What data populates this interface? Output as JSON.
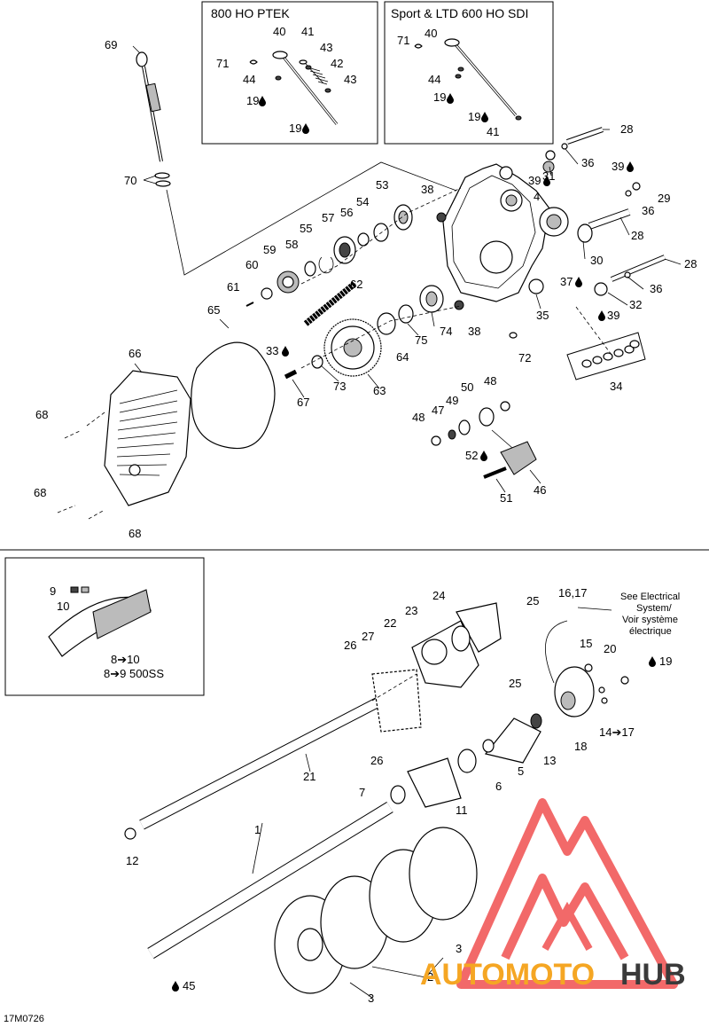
{
  "insets": {
    "ptek_title": "800 HO PTEK",
    "sdi_title": "Sport & LTD 600 HO SDI",
    "track_range_1": "8➔10",
    "track_range_2": "8➔9 500SS"
  },
  "electrical_note": {
    "line1": "See Electrical",
    "line2": "System/",
    "line3": "Voir système",
    "line4": "électrique"
  },
  "drawing_code": "17M0726",
  "watermark": {
    "word_a": "AUTOMOTO",
    "word_b": "HUB",
    "color_a": "#f5a623",
    "color_b": "#3a3a3a",
    "logo_color": "#f05050"
  },
  "lube_symbol_label": "drop-icon",
  "labels": {
    "l69": "69",
    "l70": "70",
    "l40a": "40",
    "l41a": "41",
    "l43a": "43",
    "l71a": "71",
    "l42": "42",
    "l44a": "44",
    "l43b": "43",
    "l19a": "19",
    "l19b": "19",
    "l71b": "71",
    "l40b": "40",
    "l44b": "44",
    "l19c": "19",
    "l19d": "19",
    "l41b": "41",
    "l28a": "28",
    "l36a": "36",
    "l31": "31",
    "l39a": "39",
    "l39b": "39",
    "l29": "29",
    "l36b": "36",
    "l4": "4",
    "l28b": "28",
    "l30": "30",
    "l28c": "28",
    "l38a": "38",
    "l53": "53",
    "l54": "54",
    "l56": "56",
    "l57": "57",
    "l55": "55",
    "l58": "58",
    "l59": "59",
    "l60": "60",
    "l61": "61",
    "l62": "62",
    "l37": "37",
    "l36c": "36",
    "l32": "32",
    "l39c": "39",
    "l35": "35",
    "l65": "65",
    "l74": "74",
    "l75": "75",
    "l38b": "38",
    "l72": "72",
    "l34": "34",
    "l33": "33",
    "l64": "64",
    "l66": "66",
    "l73": "73",
    "l63": "63",
    "l67": "67",
    "l50": "50",
    "l48a": "48",
    "l49": "49",
    "l47": "47",
    "l48b": "48",
    "l68a": "68",
    "l52": "52",
    "l51": "51",
    "l46": "46",
    "l68b": "68",
    "l68c": "68",
    "l9": "9",
    "l10": "10",
    "l24": "24",
    "l25a": "25",
    "l1617": "16,17",
    "l23": "23",
    "l22": "22",
    "l27": "27",
    "l26a": "26",
    "l15": "15",
    "l20": "20",
    "l19e": "19",
    "l25b": "25",
    "l1417": "14➔17",
    "l18": "18",
    "l13": "13",
    "l5": "5",
    "l26b": "26",
    "l21": "21",
    "l6": "6",
    "l7": "7",
    "l11": "11",
    "l1": "1",
    "l12": "12",
    "l3a": "3",
    "l2": "2",
    "l45": "45",
    "l3b": "3"
  }
}
